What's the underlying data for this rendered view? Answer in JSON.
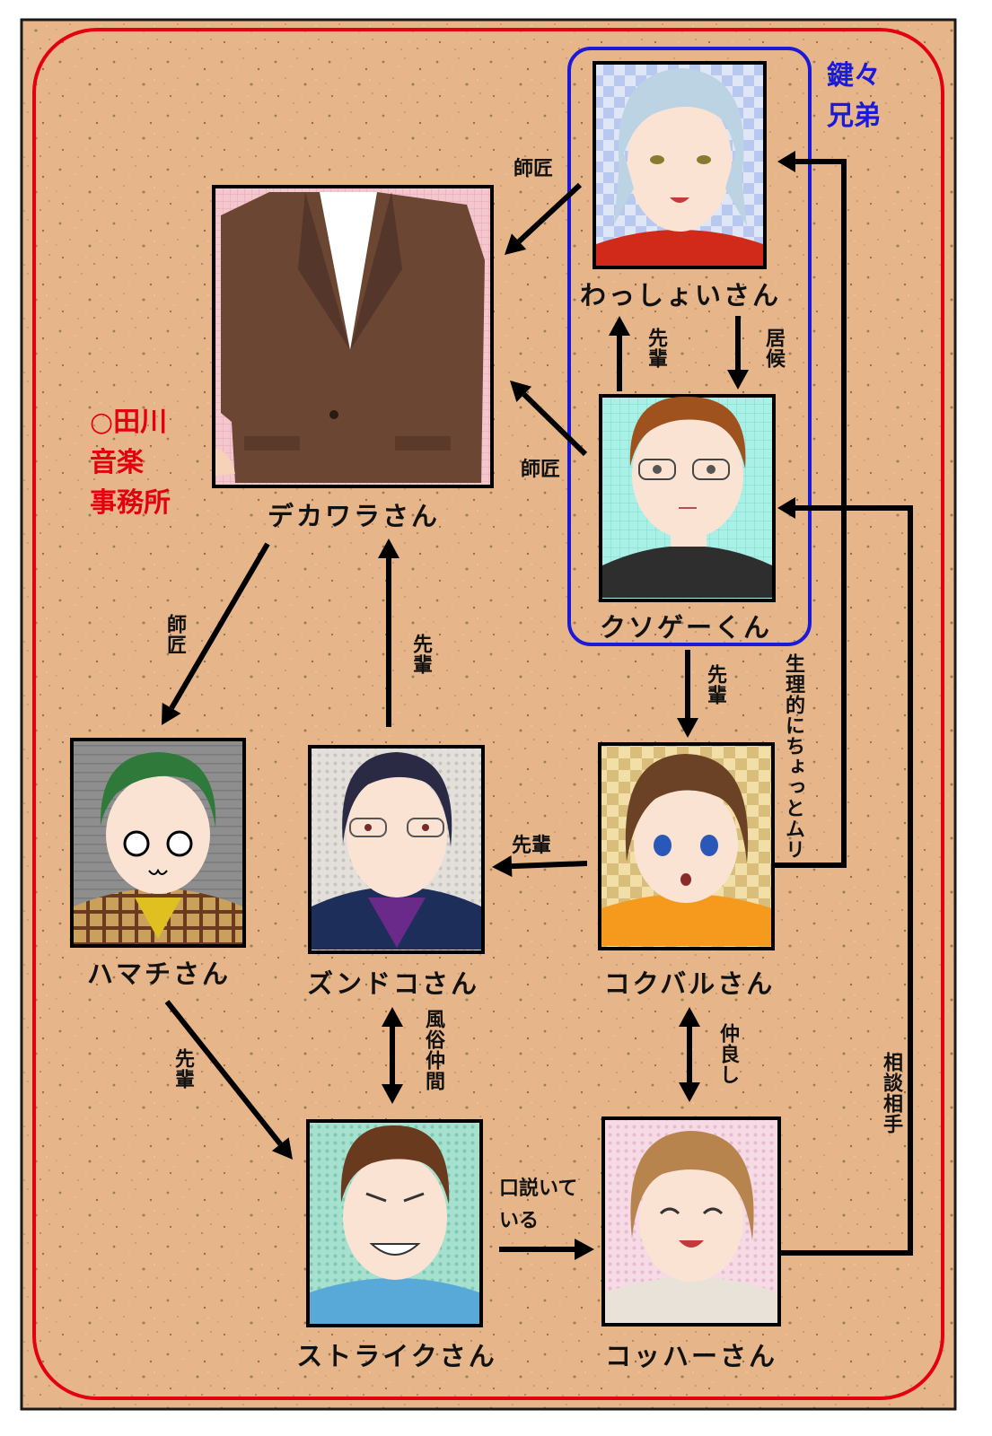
{
  "groups": {
    "agency": {
      "label_lines": [
        "○田川",
        "音楽",
        "事務所"
      ],
      "color": "#e3000f"
    },
    "brothers": {
      "label_lines": [
        "鍵々",
        "兄弟"
      ],
      "color": "#1a1ad8"
    }
  },
  "characters": {
    "dekawara": {
      "name": "デカワラさん",
      "icon": "suit-jacket"
    },
    "wassyoi": {
      "name": "わっしょいさん",
      "icon": "silver-haired-man"
    },
    "kusoge": {
      "name": "クソゲーくん",
      "icon": "glasses-boy"
    },
    "hamachi": {
      "name": "ハマチさん",
      "icon": "green-haired-man"
    },
    "zundoko": {
      "name": "ズンドコさん",
      "icon": "glasses-man"
    },
    "kokubaru": {
      "name": "コクバルさん",
      "icon": "brown-haired-boy"
    },
    "strike": {
      "name": "ストライクさん",
      "icon": "grinning-man"
    },
    "koppa": {
      "name": "コッハーさん",
      "icon": "smiling-boy"
    }
  },
  "relations": {
    "wassyoi_dekawara": "師匠",
    "kusoge_dekawara": "師匠",
    "kusoge_wassyoi": "先輩",
    "wassyoi_kusoge": "居候",
    "dekawara_hamachi": "師匠",
    "zundoko_dekawara": "先輩",
    "kusoge_kokubaru": "先輩",
    "kokubaru_wassyoi": "生理的にちょっとムリ",
    "kokubaru_zundoko": "先輩",
    "hamachi_strike": "先輩",
    "zundoko_strike": "風俗仲間",
    "kokubaru_koppa": "仲良し",
    "strike_koppa_line1": "口説いて",
    "strike_koppa_line2": "いる",
    "koppa_kusoge": "相談相手"
  },
  "colors": {
    "board": "#e6b68a",
    "arrow": "#000000"
  }
}
